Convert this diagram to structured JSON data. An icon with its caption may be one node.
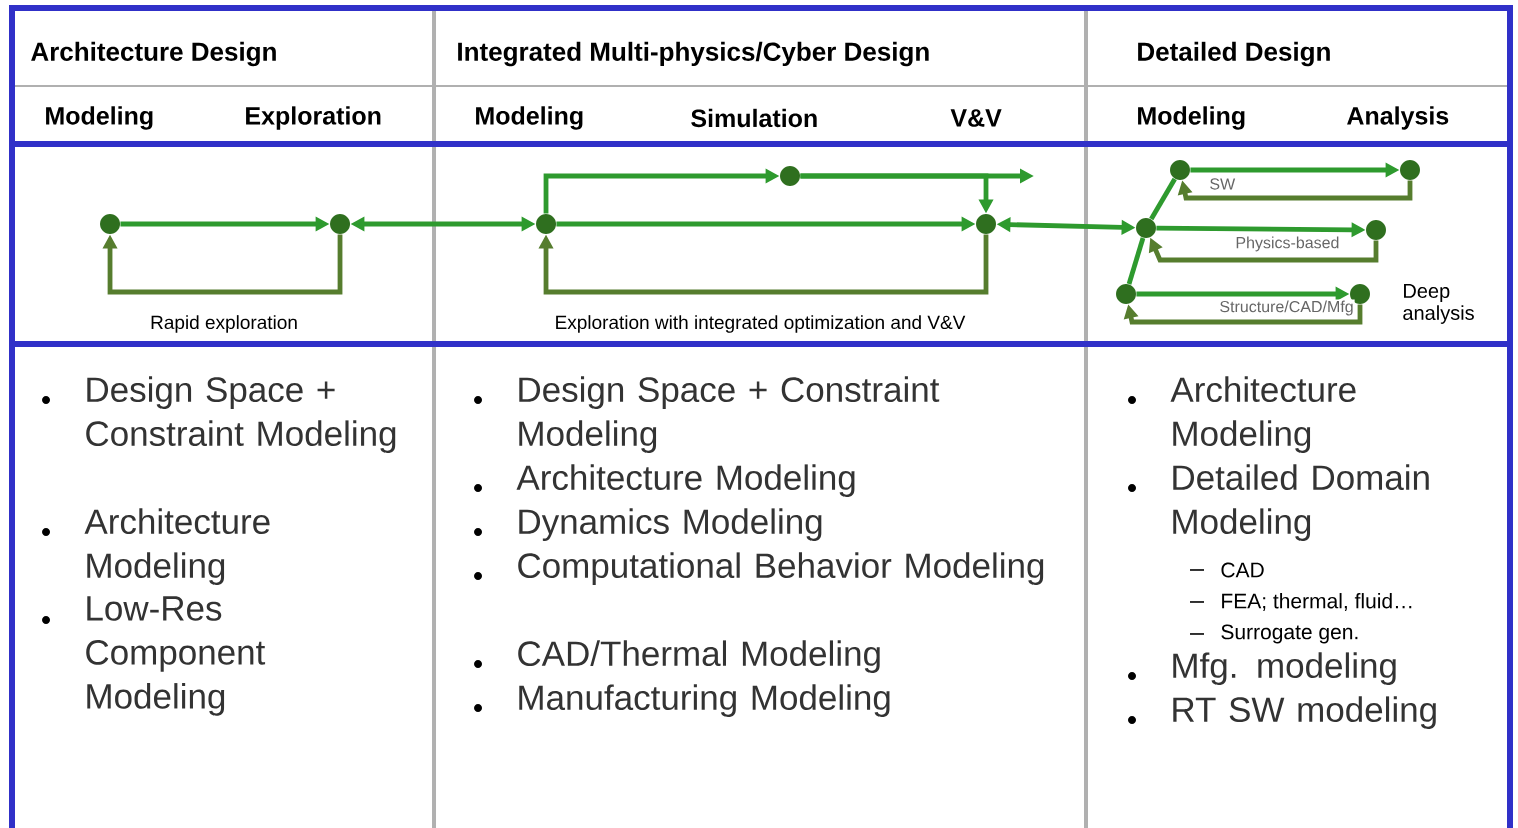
{
  "diagram": {
    "nodes": [
      {
        "text": [],
        "shape": "circle"
      },
      {
        "text": [],
        "shape": "circle"
      },
      {
        "text": [],
        "shape": "circle"
      },
      {
        "text": [],
        "shape": "circle"
      },
      {
        "text": [],
        "shape": "circle"
      },
      {
        "text": [],
        "shape": "circle"
      },
      {
        "text": [],
        "shape": "circle"
      },
      {
        "text": [],
        "shape": "circle"
      },
      {
        "text": [],
        "shape": "circle"
      },
      {
        "text": [],
        "shape": "circle"
      },
      {
        "text": [],
        "shape": "circle"
      }
    ],
    "edges": [
      {
        "from": 0,
        "to": 1,
        "arrow": "to"
      },
      {
        "from": 1,
        "to": 0,
        "arrow": "to",
        "label": "Rapid exploration",
        "color": "#567d2e"
      },
      {
        "from": 1,
        "to": 2,
        "arrow": "both"
      },
      {
        "from": 2,
        "to": 3,
        "arrow": "to"
      },
      {
        "from": 3,
        "to": null,
        "arrow": "to"
      },
      {
        "from": 3,
        "to": 4,
        "arrow": "to"
      },
      {
        "from": 2,
        "to": 4,
        "arrow": "to"
      },
      {
        "from": 4,
        "to": 2,
        "arrow": "to",
        "label": "Exploration with integrated optimization and V&V",
        "color": "#567d2e"
      },
      {
        "from": 4,
        "to": 5,
        "arrow": "both"
      },
      {
        "from": 5,
        "to": 6,
        "arrow": "none"
      },
      {
        "from": 5,
        "to": 9,
        "arrow": "none"
      },
      {
        "from": 6,
        "to": 7,
        "arrow": "to"
      },
      {
        "from": 7,
        "to": 6,
        "arrow": "to",
        "label": "SW",
        "color": "#567d2e"
      },
      {
        "from": 5,
        "to": 8,
        "arrow": "to"
      },
      {
        "from": 8,
        "to": 5,
        "arrow": "to",
        "label": "Physics-based",
        "color": "#567d2e"
      },
      {
        "from": 9,
        "to": 10,
        "arrow": "to"
      },
      {
        "from": 10,
        "to": 9,
        "arrow": "to",
        "label": "Structure/CAD/Mfg",
        "color": "#567d2e"
      }
    ],
    "labels": [
      "Architecture Design",
      "Integrated Multi-physics/Cyber Design",
      "Detailed Design",
      "Modeling",
      "Exploration",
      "Modeling",
      "Simulation",
      "V&V",
      "Modeling",
      "Analysis",
      "Deep analysis",
      "Design Space + Constraint Modeling",
      "Architecture Modeling",
      "Low-Res Component Modeling",
      "Design Space + Constraint Modeling",
      "Architecture Modeling",
      "Dynamics Modeling",
      "Computational Behavior Modeling",
      "CAD/Thermal Modeling",
      "Manufacturing Modeling",
      "Architecture Modeling",
      "Detailed Domain Modeling",
      "CAD",
      "FEA; thermal, fluid…",
      "Surrogate gen.",
      "Mfg. modeling",
      "RT SW modeling"
    ]
  }
}
